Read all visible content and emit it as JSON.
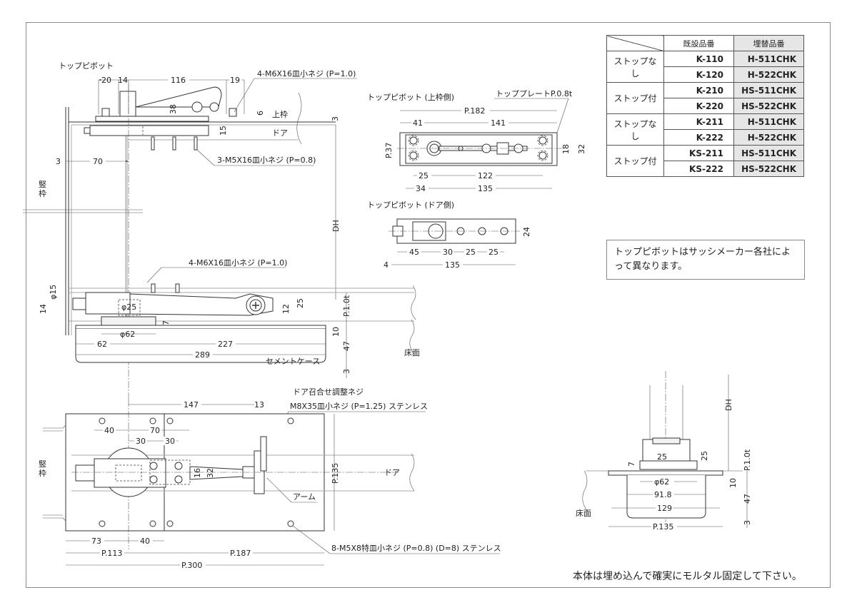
{
  "spec_table": {
    "header": {
      "corner": "",
      "existing": "既設品番",
      "replacement": "埋替品番"
    },
    "groups": [
      {
        "label": "ストップなし",
        "rows": [
          {
            "existing": "K-110",
            "replacement": "H-511CHK"
          },
          {
            "existing": "K-120",
            "replacement": "H-522CHK"
          }
        ]
      },
      {
        "label": "ストップ付",
        "rows": [
          {
            "existing": "K-210",
            "replacement": "HS-511CHK"
          },
          {
            "existing": "K-220",
            "replacement": "HS-522CHK"
          }
        ]
      },
      {
        "label": "ストップなし",
        "rows": [
          {
            "existing": "K-211",
            "replacement": "H-511CHK"
          },
          {
            "existing": "K-222",
            "replacement": "H-522CHK"
          }
        ]
      },
      {
        "label": "ストップ付",
        "rows": [
          {
            "existing": "KS-211",
            "replacement": "HS-511CHK"
          },
          {
            "existing": "KS-222",
            "replacement": "HS-522CHK"
          }
        ]
      }
    ],
    "replacement_bg": "#e6e6e6"
  },
  "note": "トップピボットはサッシメーカー各社によって異なります。",
  "footer_note": "本体は埋め込んで確実にモルタル固定して下さい。",
  "side_view": {
    "title": "トップピボット",
    "labels": {
      "upper_frame": "上枠",
      "door": "ドア",
      "vertical_frame": "竪枠",
      "floor": "床面",
      "cement_case": "セメントケース",
      "door_height": "DH"
    },
    "callouts": {
      "top_screw": "4-M6X16皿小ネジ (P=1.0)",
      "door_screw": "3-M5X16皿小ネジ (P=0.8)",
      "bottom_screw": "4-M6X16皿小ネジ (P=1.0)"
    },
    "dims": {
      "d20": "20",
      "d14": "14",
      "d116": "116",
      "d19": "19",
      "d38": "38",
      "d6": "6",
      "d15": "15",
      "d3a": "3",
      "d3b": "3",
      "d70": "70",
      "phi15": "φ15",
      "d14b": "14",
      "phi25": "φ25",
      "d12": "12",
      "d25": "25",
      "d7": "7",
      "plate": "P.1.0t",
      "d10": "10",
      "d47": "47",
      "d3c": "3",
      "phi62": "φ62",
      "d62": "62",
      "d227": "227",
      "d289": "289"
    }
  },
  "top_pivot_frame": {
    "title": "トップピボット (上枠側)",
    "plate_callout": "トッププレートP.0.8t",
    "dims": {
      "d182": "P.182",
      "d41": "41",
      "d141": "141",
      "d37": "P.37",
      "d18": "18",
      "d32": "32",
      "d25": "25",
      "d122": "122",
      "d34": "34",
      "d135": "135"
    }
  },
  "top_pivot_door": {
    "title": "トップピボット (ドア側)",
    "dims": {
      "d24": "24",
      "d45": "45",
      "d30": "30",
      "d25a": "25",
      "d25b": "25",
      "d4": "4",
      "d135": "135"
    }
  },
  "plan_view": {
    "labels": {
      "vertical_frame": "竪枠",
      "door": "ドア",
      "arm": "アーム"
    },
    "callouts": {
      "adjust_title": "ドア召合せ調整ネジ",
      "adjust_screw": "M8X35皿小ネジ (P=1.25) ステンレス",
      "case_screw": "8-M5X8特皿小ネジ (P=0.8) (D=8) ステンレス"
    },
    "dims": {
      "d147": "147",
      "d13": "13",
      "d40": "40",
      "d70": "70",
      "d30a": "30",
      "d30b": "30",
      "d16": "16",
      "d32": "32",
      "d135": "P.135",
      "d73": "73",
      "d40b": "40",
      "d113": "P.113",
      "d187": "P.187",
      "d300": "P.300"
    }
  },
  "front_view": {
    "labels": {
      "floor": "床面",
      "door_height": "DH"
    },
    "dims": {
      "d25a": "25",
      "d25b": "25",
      "d7": "7",
      "plate": "P.1.0t",
      "phi62": "φ62",
      "d91_8": "91.8",
      "d129": "129",
      "d135": "P.135",
      "d10": "10",
      "d47": "47",
      "d3": "3"
    }
  }
}
